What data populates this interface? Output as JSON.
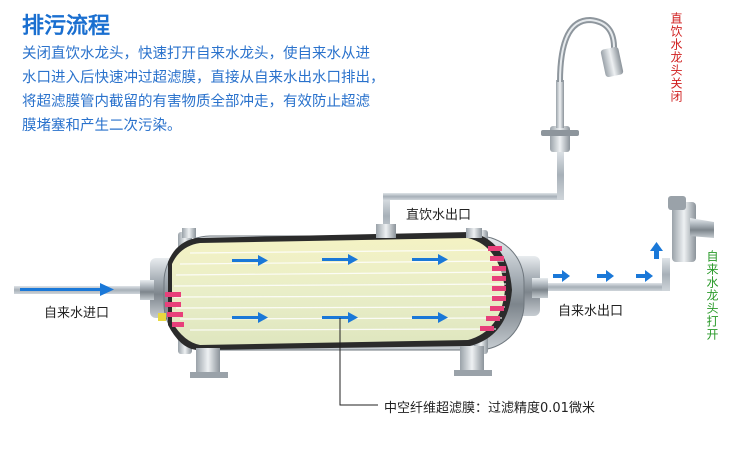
{
  "header": {
    "title": "排污流程",
    "description_lines": [
      "关闭直饮水龙头，快速打开自来水龙头，使自来水从进",
      "水口进入后快速冲过超滤膜，直接从自来水出水口排出，",
      "将超滤膜管内截留的有害物质全部冲走，有效防止超滤",
      "膜堵塞和产生二次污染。"
    ]
  },
  "labels": {
    "inlet": "自来水进口",
    "direct_outlet": "直饮水出口",
    "tap_outlet": "自来水出口",
    "membrane": "中空纤维超滤膜：过滤精度0.01微米",
    "direct_faucet_closed": "直饮水龙头关闭",
    "tap_faucet_open": "自来水龙头打开"
  },
  "colors": {
    "title": "#1a6fd0",
    "description": "#2a72cc",
    "closed_label": "#d02020",
    "open_label": "#2a9a2a",
    "flow_arrow": "#1a78d8",
    "pipe": "#9aa4ad"
  },
  "icons": [
    "flow-arrow-icon",
    "faucet-icon",
    "filter-tank-icon"
  ]
}
